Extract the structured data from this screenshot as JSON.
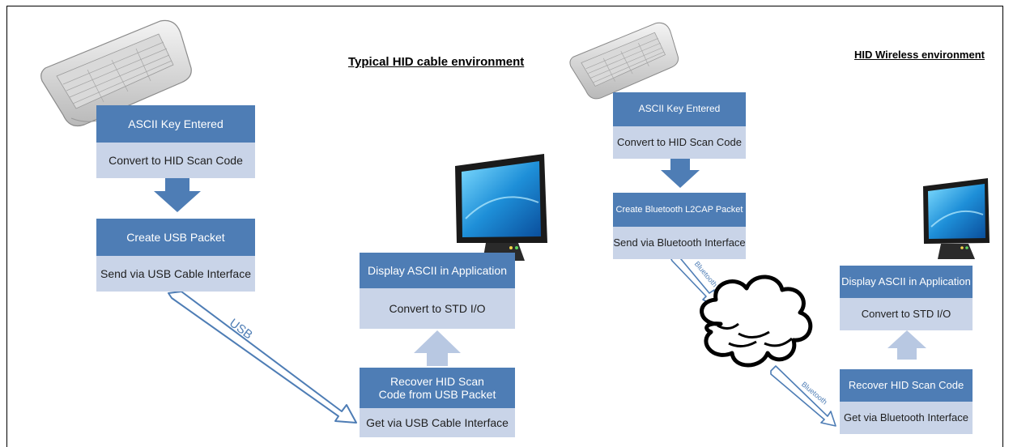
{
  "left": {
    "title": "Typical HID cable environment",
    "steps": {
      "ascii_key": "ASCII Key Entered",
      "convert_scan": "Convert to HID Scan Code",
      "create_packet": "Create USB Packet",
      "send": "Send via USB Cable Interface",
      "recover": "Recover HID Scan Code from USB Packet",
      "get": "Get via USB Cable Interface",
      "convert_std": "Convert to STD I/O",
      "display": "Display ASCII in Application"
    },
    "link_label": "USB"
  },
  "right": {
    "title": "HID Wireless environment",
    "steps": {
      "ascii_key": "ASCII Key Entered",
      "convert_scan": "Convert to HID Scan Code",
      "create_packet": "Create Bluetooth L2CAP Packet",
      "send": "Send via Bluetooth Interface",
      "recover": "Recover HID Scan Code",
      "get": "Get via Bluetooth Interface",
      "convert_std": "Convert to STD I/O",
      "display": "Display ASCII in Application"
    },
    "link_label_1": "Bluetooth",
    "link_label_2": "Bluetooth"
  },
  "colors": {
    "dark_box": "#4e7db5",
    "light_box": "#c9d4e8",
    "arrow_fill": "#4e7db5",
    "arrow_light": "#b8c8e2"
  },
  "icons": [
    "keyboard-icon",
    "monitor-icon",
    "cloud-icon"
  ]
}
